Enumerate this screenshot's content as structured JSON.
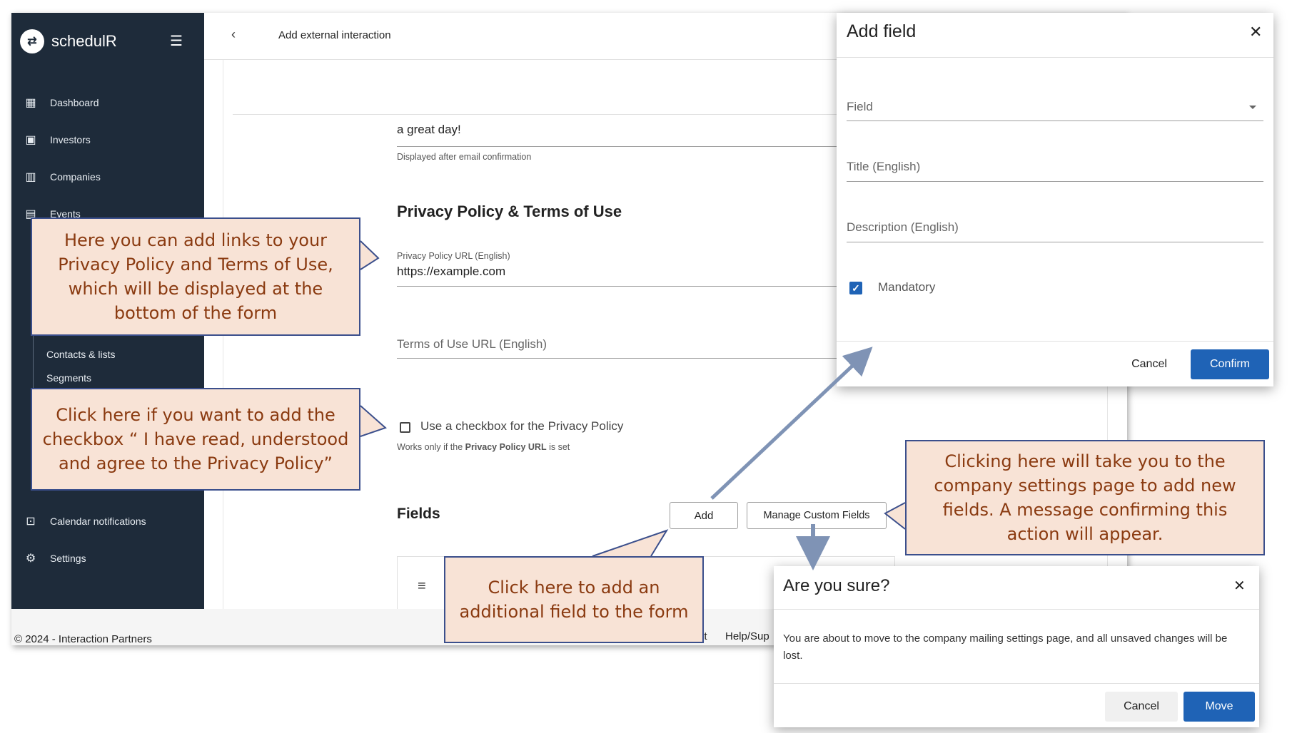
{
  "app": {
    "brand_name": "schedulR",
    "logo_glyph": "⇄",
    "page_title": "Add external interaction"
  },
  "sidebar": {
    "items": [
      {
        "label": "Dashboard",
        "icon": "grid-icon",
        "glyph": "▦"
      },
      {
        "label": "Investors",
        "icon": "id-card-icon",
        "glyph": "▣"
      },
      {
        "label": "Companies",
        "icon": "building-icon",
        "glyph": "▥"
      },
      {
        "label": "Events",
        "icon": "calendar-icon",
        "glyph": "▤"
      },
      {
        "label": "Calendar notifications",
        "icon": "calendar-bell-icon",
        "glyph": "⊡"
      },
      {
        "label": "Settings",
        "icon": "gear-icon",
        "glyph": "⚙"
      }
    ],
    "sub_items": [
      "Contacts & lists",
      "Segments"
    ]
  },
  "form": {
    "confirmation_value": "a great day!",
    "confirmation_hint": "Displayed after email confirmation",
    "privacy_section_title": "Privacy Policy & Terms of Use",
    "privacy_url_label": "Privacy Policy URL (English)",
    "privacy_url_value": "https://example.com",
    "terms_url_placeholder": "Terms of Use URL (English)",
    "privacy_checkbox_label": "Use a checkbox for the Privacy Policy",
    "privacy_checkbox_hint_prefix": "Works only if the ",
    "privacy_checkbox_hint_bold": "Privacy Policy URL",
    "privacy_checkbox_hint_suffix": " is set",
    "fields_title": "Fields",
    "add_button": "Add",
    "manage_button": "Manage Custom Fields",
    "drag_glyph": "≡"
  },
  "footer": {
    "copyright": "© 2024 - Interaction Partners",
    "link_partial": "ut",
    "help_link": "Help/Sup"
  },
  "add_field_dialog": {
    "title": "Add field",
    "field_label": "Field",
    "title_label": "Title (English)",
    "description_label": "Description (English)",
    "mandatory_label": "Mandatory",
    "mandatory_checked": true,
    "cancel": "Cancel",
    "confirm": "Confirm"
  },
  "confirm_dialog": {
    "title": "Are you sure?",
    "message": "You are about to move to the company mailing settings page, and all unsaved changes will be lost.",
    "cancel": "Cancel",
    "move": "Move"
  },
  "callouts": {
    "privacy_links": "Here you can add links to your Privacy Policy and Terms of Use, which will be displayed at the bottom of the form",
    "privacy_checkbox": "Click here if you want to add the checkbox “ I have read, understood and agree to the Privacy Policy”",
    "add_field": "Click here to add an additional field to the form",
    "manage_fields": "Clicking here will take you to the company  settings page to add new fields. A message confirming this action will appear."
  },
  "colors": {
    "sidebar_bg": "#1e2b3a",
    "primary": "#1f63b6",
    "callout_bg": "#f8e3d6",
    "callout_border": "#3b4f8c",
    "callout_text": "#8a3a10",
    "arrow": "#7f93b5"
  }
}
